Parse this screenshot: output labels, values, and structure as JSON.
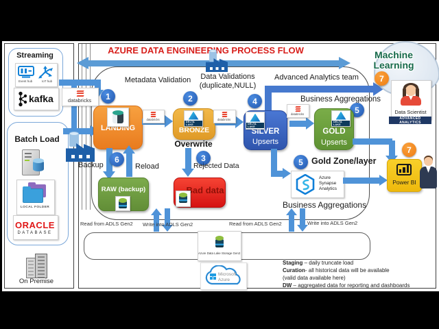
{
  "title": "AZURE DATA ENGINEERING PROCESS FLOW",
  "colors": {
    "title_red": "#d8201c",
    "arrow_blue": "#4f93d8",
    "landing_orange": "#ec8021",
    "bronze_gold": "#e8a838",
    "silver_blue": "#3a66c4",
    "gold_green": "#6da23f",
    "raw_green": "#71a344",
    "bad_red": "#ee2020",
    "badge_blue": "#2f6fce",
    "badge_orange": "#f5821f"
  },
  "left_panel": {
    "streaming_label": "Streaming",
    "event_hub_label": "Event hub",
    "iot_hub_label": "IoT hub",
    "kafka_label": "kafka",
    "batch_label": "Batch Load",
    "local_folder_label": "LOCAL FOLDER",
    "oracle_label": "ORACLE",
    "oracle_sub": "DATABASE",
    "on_premise_label": "On Premise"
  },
  "header": {
    "metadata_validation": "Metadata Validation",
    "data_validations_1": "Data Validations",
    "data_validations_2": "(duplicate,NULL)",
    "advanced_analytics_team": "Advanced Analytics team",
    "business_aggregations_top": "Business Aggregations"
  },
  "medallion": {
    "landing": {
      "step": "1",
      "label": "LANDING"
    },
    "bronze": {
      "step": "2",
      "label": "BRONZE",
      "note": "Overwrite"
    },
    "silver": {
      "step": "4",
      "label": "SILVER",
      "mode": "Upserts"
    },
    "gold": {
      "step": "5",
      "label": "GOLD",
      "mode": "Upserts"
    },
    "databricks_label": "databricks",
    "delta_lake_label": "DELTA LAKE"
  },
  "branches": {
    "backup_label": "Backup",
    "reload_label": "Reload",
    "backup_step": "6",
    "raw_label": "RAW (backup)",
    "rejected_step": "3",
    "rejected_label": "Rejected Data",
    "bad_label": "Bad data"
  },
  "gold_zone": {
    "step": "5",
    "label": "Gold Zone/layer",
    "synapse_line1": "Azure",
    "synapse_line2": "Synapse",
    "synapse_line3": "Analytics",
    "business_aggregations": "Business Aggregations"
  },
  "adls": {
    "read_label_1": "Read from ADLS Gen2",
    "write_label_1": "Write into ADLS Gen2",
    "read_label_2": "Read from ADLS Gen2",
    "write_label_2": "Write into ADLS Gen2",
    "storage_label": "Azure Data Lake Storage Gen2"
  },
  "azure_brand": {
    "line1": "Microsoft",
    "line2": "Azure"
  },
  "right_panel": {
    "ml_step": "7",
    "machine_learning_1": "Machine",
    "machine_learning_2": "Learning",
    "data_scientist_label": "Data Scientist",
    "advanced_analytics_badge": "ADVANCED ANALYTICS",
    "bi_step": "7",
    "power_bi_label": "Power BI"
  },
  "notes": {
    "line1_bold": "Staging",
    "line1_rest": " – daily truncate load",
    "line2_bold": "Curation",
    "line2_rest": "- all historical data will be available",
    "line3": "(valid data available here)",
    "line4_bold": "DW",
    "line4_rest": " – aggregated data for reporting and dashboards"
  }
}
